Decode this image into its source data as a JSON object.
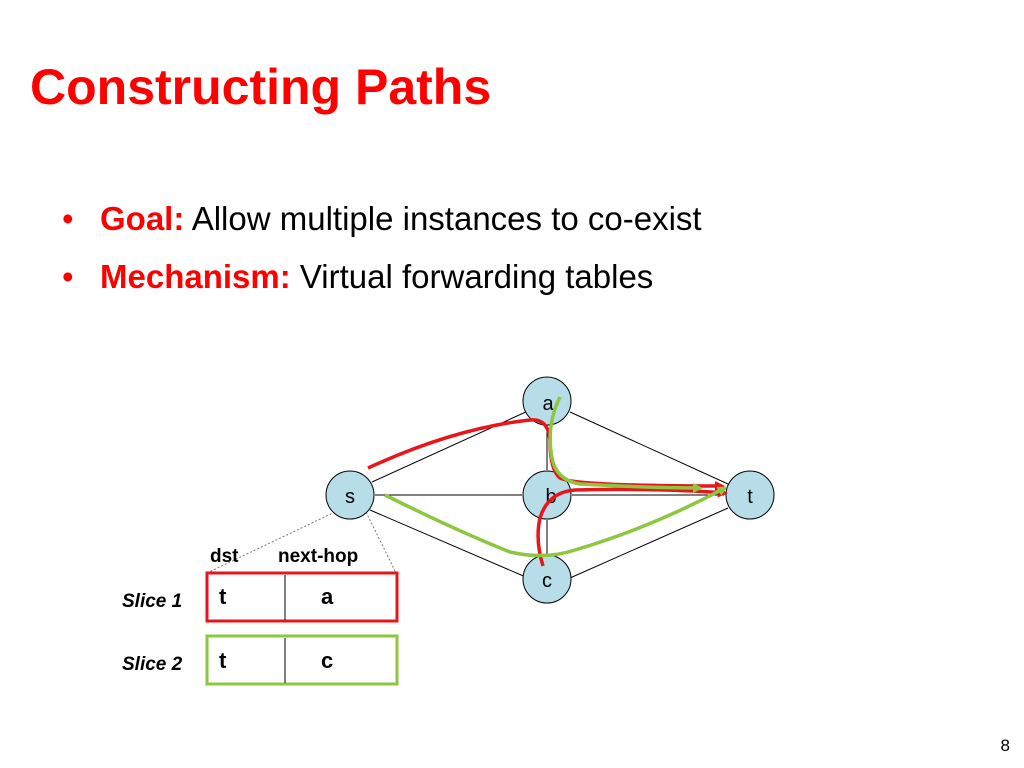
{
  "slide": {
    "title": "Constructing Paths",
    "page_number": "8"
  },
  "bullets": [
    {
      "key": "Goal:",
      "text": "Allow multiple instances to co-exist"
    },
    {
      "key": "Mechanism:",
      "text": "Virtual forwarding tables"
    }
  ],
  "diagram": {
    "nodes": {
      "a": "a",
      "b": "b",
      "c": "c",
      "s": "s",
      "t": "t"
    },
    "table": {
      "headers": {
        "dst": "dst",
        "next_hop": "next-hop"
      },
      "slices": [
        {
          "label": "Slice 1",
          "dst": "t",
          "next_hop": "a",
          "color": "#e8161b"
        },
        {
          "label": "Slice 2",
          "dst": "t",
          "next_hop": "c",
          "color": "#8dc63f"
        }
      ]
    }
  },
  "colors": {
    "title": "#ff0000",
    "accent": "#ff0000",
    "node_fill": "#b7dde8",
    "slice1": "#e8161b",
    "slice2": "#8dc63f",
    "edge": "#000000"
  }
}
